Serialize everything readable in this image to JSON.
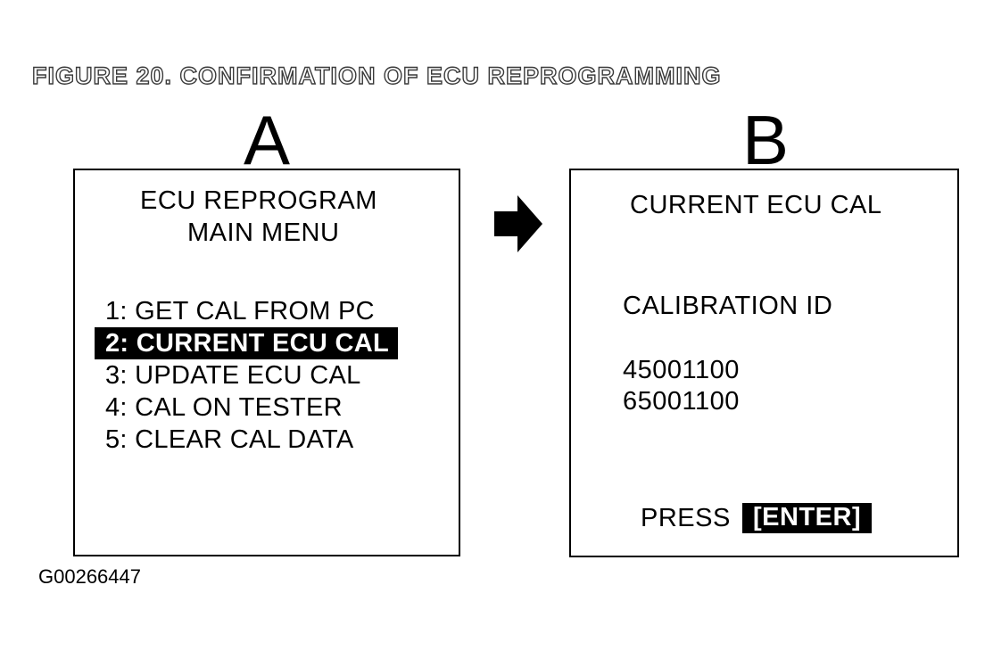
{
  "figure": {
    "title": "FIGURE 20.  CONFIRMATION OF ECU REPROGRAMMING",
    "code": "G00266447"
  },
  "panel_a": {
    "letter": "A",
    "title_line1": "ECU REPROGRAM",
    "title_line2": "MAIN MENU",
    "menu": [
      "1:  GET CAL FROM PC",
      "2: CURRENT ECU CAL",
      "3:  UPDATE ECU CAL",
      "4:  CAL ON TESTER",
      "5:  CLEAR CAL DATA"
    ],
    "selected_index": 1
  },
  "panel_b": {
    "letter": "B",
    "title": "CURRENT ECU CAL",
    "calibration_label": "CALIBRATION ID",
    "calibration_ids": [
      "45001100",
      "65001100"
    ],
    "press_label": "PRESS",
    "enter_label": "[ENTER]"
  },
  "icons": {
    "arrow": "right-arrow-icon"
  }
}
